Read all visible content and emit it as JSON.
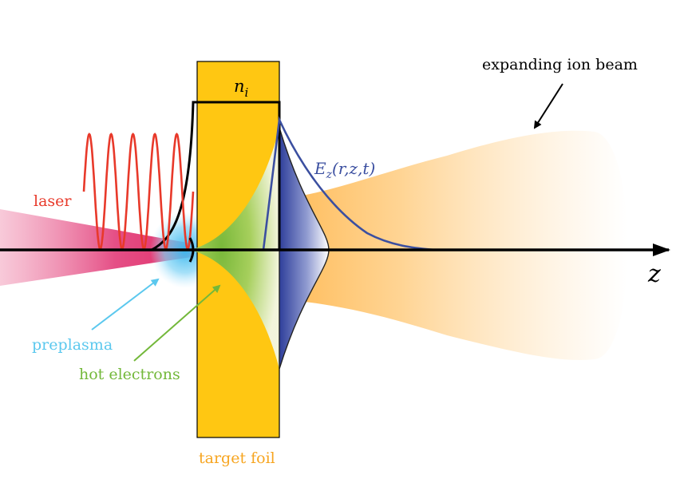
{
  "labels": {
    "expanding_ion_beam": "expanding ion beam",
    "laser": "laser",
    "preplasma": "preplasma",
    "hot_electrons": "hot electrons",
    "target_foil": "target foil",
    "ion_density_symbol": "n",
    "ion_density_subscript": "i",
    "field_symbol": "E",
    "field_subscript": "z",
    "field_args": "(r,z,t)",
    "axis_label": "z"
  },
  "colors": {
    "laser": "#e8392a",
    "laser_beam": "#e0306a",
    "preplasma": "#5bc8ee",
    "hot_electrons": "#73b83a",
    "target_foil": "#ffc712",
    "target_foil_label": "#f7a520",
    "ion_beam": "#ffb74d",
    "field": "#3b4fa0",
    "axis": "#000000"
  }
}
